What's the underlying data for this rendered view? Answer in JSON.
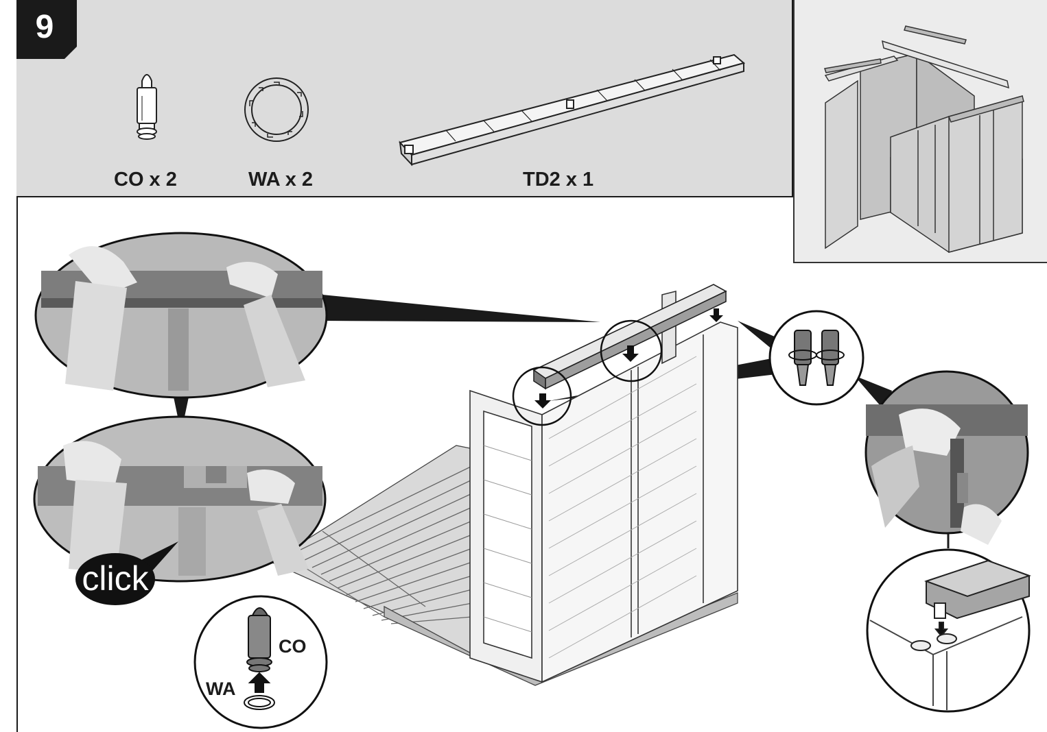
{
  "step": {
    "number": "9"
  },
  "parts": [
    {
      "code_label": "CO x 2",
      "icon": "cap-pin-icon"
    },
    {
      "code_label": "WA x 2",
      "icon": "washer-ring-icon"
    },
    {
      "code_label": "TD2 x 1",
      "icon": "top-beam-icon"
    }
  ],
  "callouts": {
    "click_text": "click",
    "pin_label": "CO",
    "washer_label": "WA"
  },
  "colors": {
    "panel_bg": "#dcdcdc",
    "badge_bg": "#1a1a1a",
    "line": "#1a1a1a"
  }
}
